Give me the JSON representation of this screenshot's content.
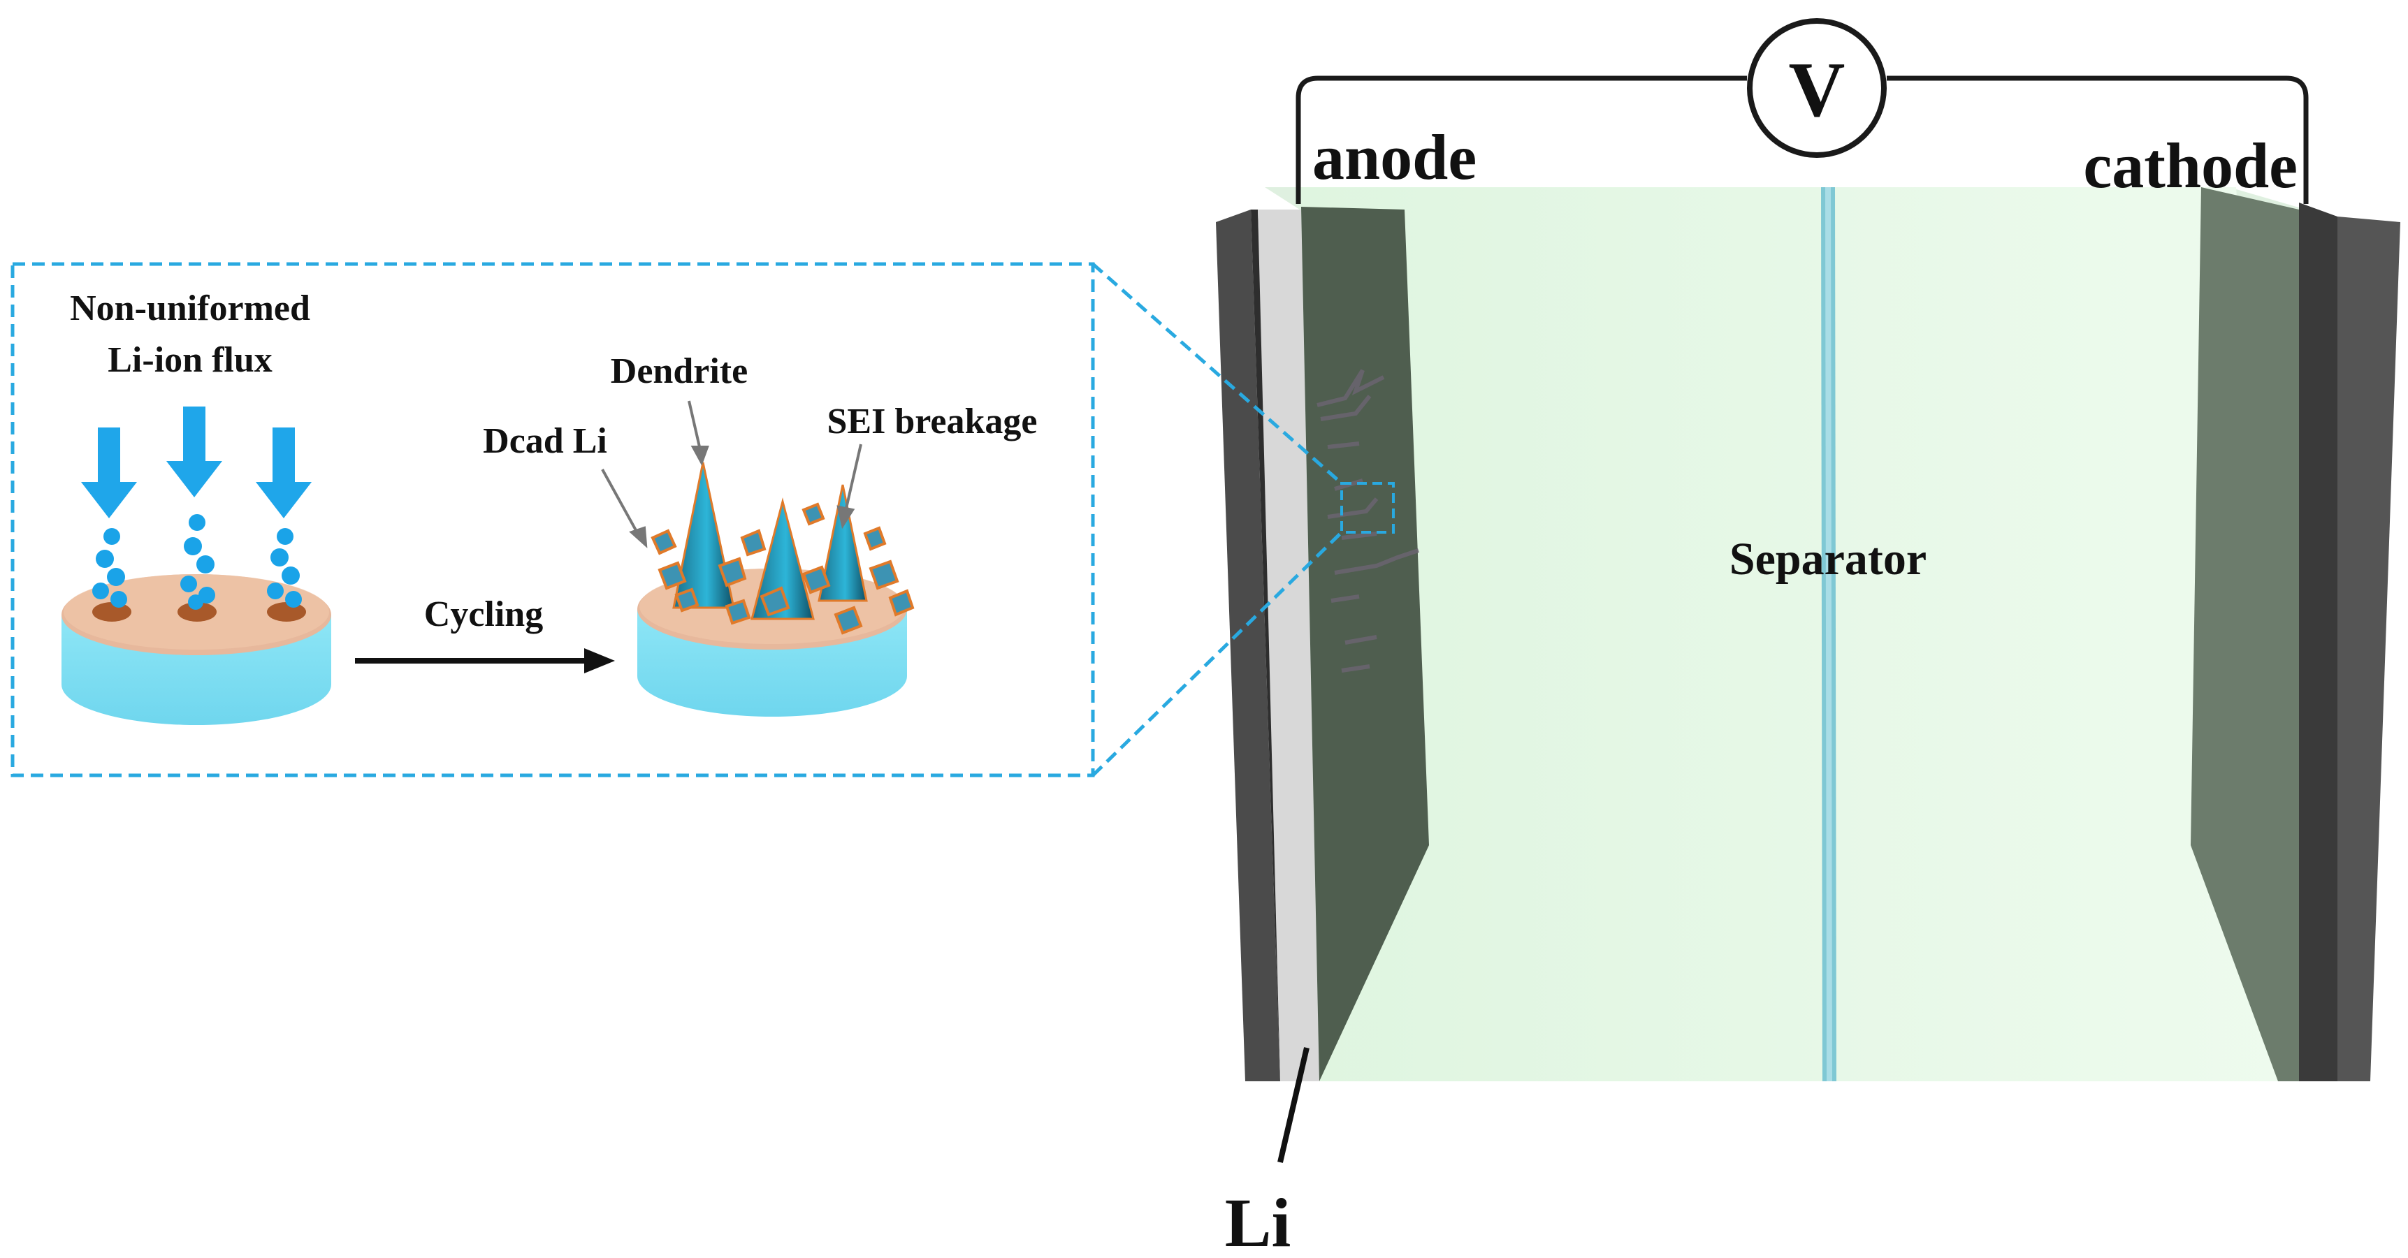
{
  "labels": {
    "voltmeter": "V",
    "anode": "anode",
    "cathode": "cathode",
    "separator": "Separator",
    "li": "Li",
    "flux_line1": "Non-uniformed",
    "flux_line2": "Li-ion flux",
    "cycling": "Cycling",
    "dendrite": "Dendrite",
    "dead_li": "Dcad Li",
    "sei_breakage": "SEI breakage"
  },
  "colors": {
    "inset_border": "#29a9e0",
    "ion": "#1aa3e8",
    "arrow_flux": "#1fa6ea",
    "disk_side": "#7fe0f3",
    "disk_top": "#e8b89c",
    "anode_plate": "#4f5f4f",
    "cathode_plate": "#6f7f6f",
    "electrolyte": "#e6f7e6",
    "separator_line": "#7cc7d2",
    "current_collector": "#4a4a4a",
    "li_foil": "#d9d9d9"
  },
  "icons": [
    "voltmeter-icon",
    "li-ion-flux-arrow-icon",
    "cycling-arrow-icon",
    "dendrite-cone-icon",
    "dead-li-particle-icon"
  ]
}
